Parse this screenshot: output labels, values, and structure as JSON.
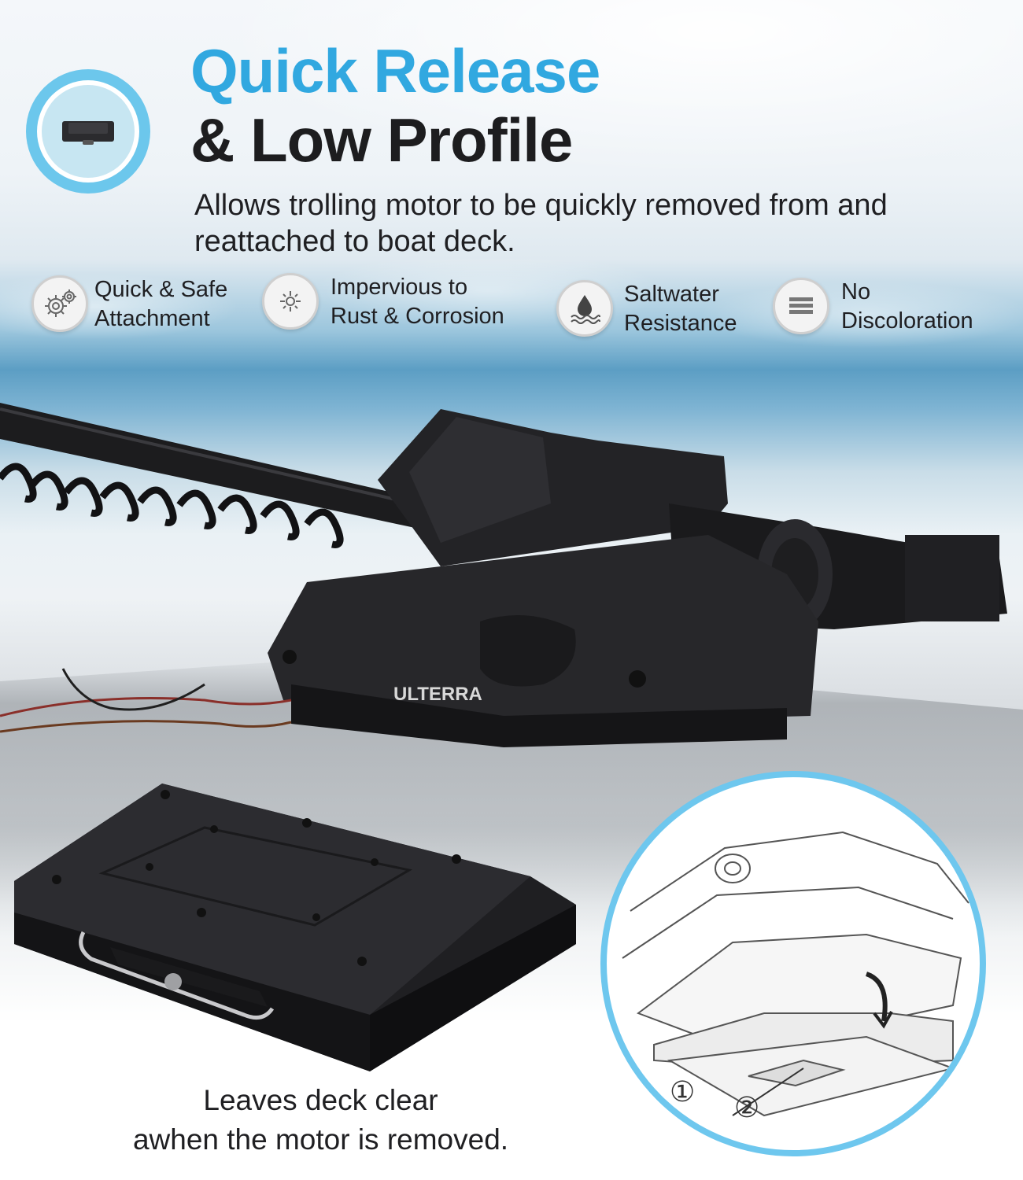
{
  "header": {
    "title_line1": "Quick Release",
    "title_line2": "& Low Profile",
    "description": "Allows trolling motor to be quickly removed from and reattached to boat deck."
  },
  "features": [
    {
      "icon": "gear-icon",
      "label": "Quick & Safe\nAttachment"
    },
    {
      "icon": "sun-icon",
      "label": "Impervious to\nRust & Corrosion"
    },
    {
      "icon": "water-drop-icon",
      "label": "Saltwater\nResistance"
    },
    {
      "icon": "layers-icon",
      "label": "No\nDiscoloration"
    }
  ],
  "product": {
    "brand": "ULTERRA"
  },
  "caption": "Leaves deck clear\nawhen the motor is removed.",
  "diagram": {
    "marker_1": "①",
    "marker_2": "②"
  },
  "colors": {
    "accent": "#31a8e0",
    "ring": "#6ec7ee",
    "text": "#1f1f22"
  }
}
